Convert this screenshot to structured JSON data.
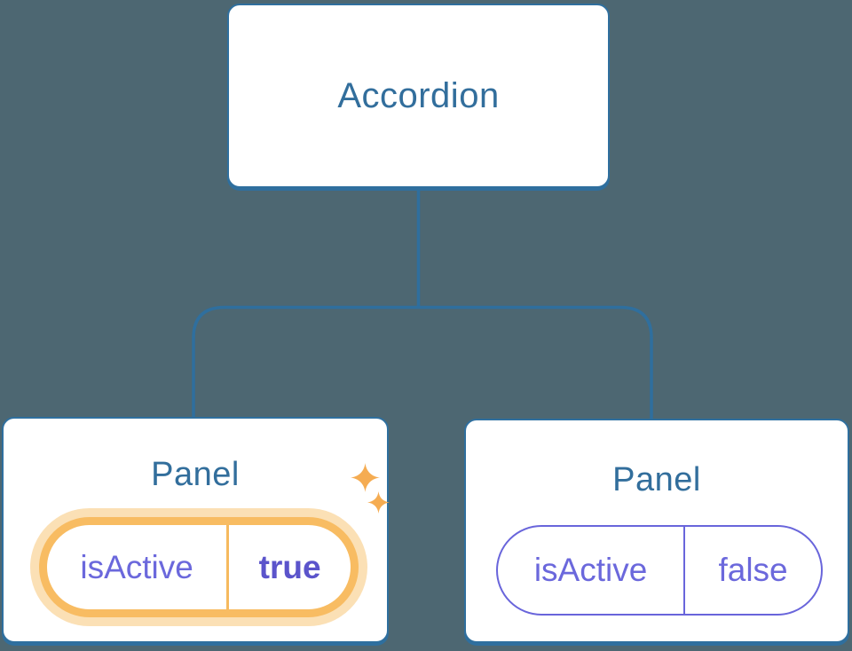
{
  "diagram": {
    "description": "Component tree: Accordion parent passing isActive state to two Panel children",
    "root": {
      "label": "Accordion"
    },
    "children": [
      {
        "title": "Panel",
        "state": {
          "key": "isActive",
          "value": "true"
        },
        "highlighted": true,
        "decoration": "sparkles-icon"
      },
      {
        "title": "Panel",
        "state": {
          "key": "isActive",
          "value": "false"
        },
        "highlighted": false,
        "decoration": null
      }
    ]
  },
  "colors": {
    "bg": "#4D6772",
    "line": "#2F6F9E",
    "title": "#326E9C",
    "purple": "#6965DB",
    "purple-text": "#6B68DC",
    "purple-bold": "#5B54CB",
    "orange": "#F8BC62",
    "orange-glow": "#FBE0B5",
    "orange-divider": "#F6BA5F",
    "sparkle": "#F5AC52"
  }
}
